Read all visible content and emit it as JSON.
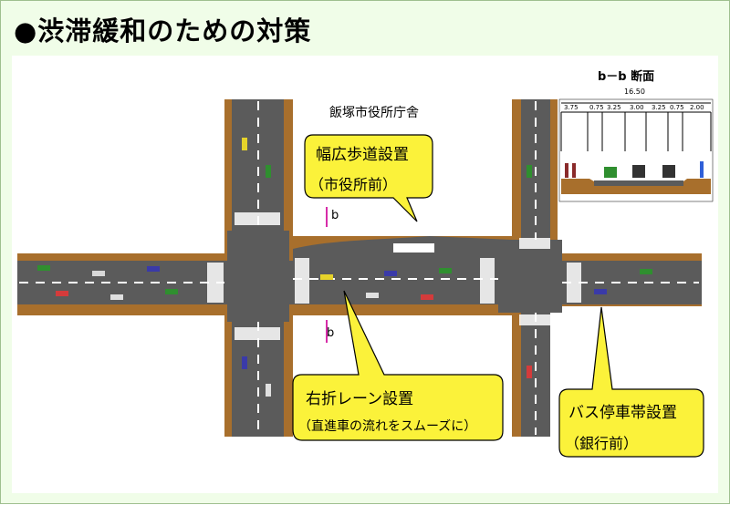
{
  "title": "●渋滞緩和のための対策",
  "building_label": "飯塚市役所庁舎",
  "section": {
    "title": "b－b 断面",
    "total_width": "16.50",
    "lane_widths": [
      "3.75",
      "0.75",
      "3.25",
      "3.00",
      "3.25",
      "0.75",
      "2.00"
    ]
  },
  "section_marker": "b",
  "callouts": {
    "sidewalk": {
      "line1": "幅広歩道設置",
      "line2": "（市役所前）"
    },
    "right_turn": {
      "line1": "右折レーン設置",
      "line2": "（直進車の流れをスムーズに）"
    },
    "bus_stop": {
      "line1": "バス停車帯設置",
      "line2": "（銀行前）"
    }
  },
  "colors": {
    "background": "#f0fde8",
    "roadside": "#a86f2c",
    "road": "#5b5b5b",
    "callout": "#fbf23a",
    "marker": "#d62ca8"
  }
}
